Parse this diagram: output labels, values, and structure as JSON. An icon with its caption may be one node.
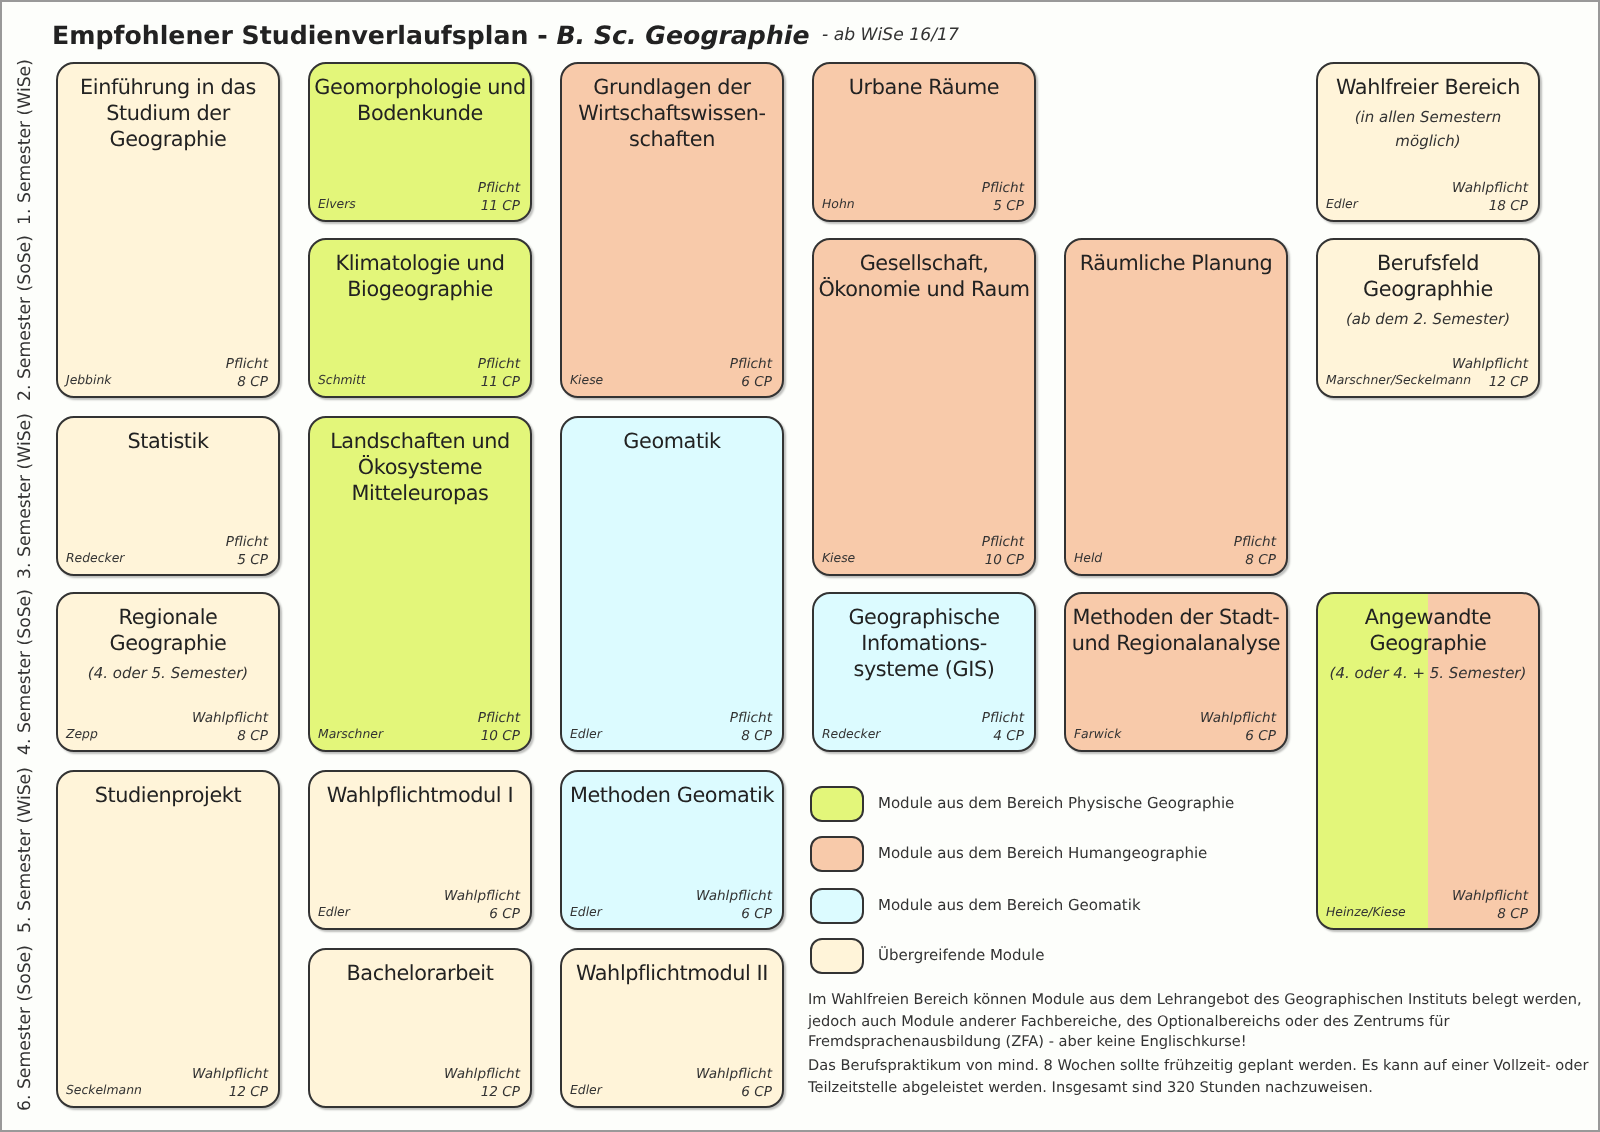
{
  "diagram": {
    "title": "Empfohlener Studienverlaufsplan - *B. Sc. Geographie*",
    "nodes": [
      {
        "text": [
          "Einführung in das Studium der Geographie",
          "Jebbink",
          "Pflicht",
          "8 CP"
        ]
      },
      {
        "text": [
          "Geomorphologie und Bodenkunde",
          "Elvers",
          "Pflicht",
          "11 CP"
        ]
      },
      {
        "text": [
          "Klimatologie und Biogeographie",
          "Schmitt",
          "Pflicht",
          "11 CP"
        ]
      },
      {
        "text": [
          "Grundlagen der Wirtschaftswissen- schaften",
          "Kiese",
          "Pflicht",
          "6 CP"
        ]
      },
      {
        "text": [
          "Urbane Räume",
          "Hohn",
          "Pflicht",
          "5 CP"
        ]
      },
      {
        "text": [
          "Wahlfreier Bereich",
          "(in allen Semestern möglich)",
          "Edler",
          "Wahlpflicht",
          "18 CP"
        ]
      },
      {
        "text": [
          "Gesellschaft, Ökonomie und Raum",
          "Kiese",
          "Pflicht",
          "10 CP"
        ]
      },
      {
        "text": [
          "Räumliche Planung",
          "Held",
          "Pflicht",
          "8 CP"
        ]
      },
      {
        "text": [
          "Berufsfeld Geographhie",
          "(ab dem 2. Semester)",
          "Marschner/Seckelmann",
          "Wahlpflicht",
          "12 CP"
        ]
      },
      {
        "text": [
          "Statistik",
          "Redecker",
          "Pflicht",
          "5 CP"
        ]
      },
      {
        "text": [
          "Landschaften und Ökosysteme Mitteleuropas",
          "Marschner",
          "Pflicht",
          "10 CP"
        ]
      },
      {
        "text": [
          "Geomatik",
          "Edler",
          "Pflicht",
          "8 CP"
        ]
      },
      {
        "text": [
          "Regionale Geographie",
          "(4. oder 5. Semester)",
          "Zepp",
          "Wahlpflicht",
          "8 CP"
        ]
      },
      {
        "text": [
          "Geographische Infomations- systeme (GIS)",
          "Redecker",
          "Pflicht",
          "4 CP"
        ]
      },
      {
        "text": [
          "Methoden der Stadt- und Regionalanalyse",
          "Farwick",
          "Wahlpflicht",
          "6 CP"
        ]
      },
      {
        "text": [
          "Angewandte Geographie",
          "(4. oder 4. + 5. Semester)",
          "Heinze/Kiese",
          "Wahlpflicht",
          "8 CP"
        ]
      },
      {
        "text": [
          "Studienprojekt",
          "Seckelmann",
          "Wahlpflicht",
          "12 CP"
        ]
      },
      {
        "text": [
          "Wahlpflichtmodul I",
          "Edler",
          "Wahlpflicht",
          "6 CP"
        ]
      },
      {
        "text": [
          "Methoden Geomatik",
          "Edler",
          "Wahlpflicht",
          "6 CP"
        ]
      },
      {
        "text": [
          "Bachelorarbeit",
          "Wahlpflicht",
          "12 CP"
        ]
      },
      {
        "text": [
          "Wahlpflichtmodul II",
          "Edler",
          "Wahlpflicht",
          "6 CP"
        ]
      }
    ],
    "labels": [
      "- ab WiSe 16/17",
      "1. Semester (WiSe)",
      "2. Semester (SoSe)",
      "3. Semester (WiSe)",
      "4. Semester (SoSe)",
      "5. Semester (WiSe)",
      "6. Semester (SoSe)",
      "Im Wahlfreien Bereich können Module aus dem Lehrangebot des Geographischen Instituts belegt werden, jedoch auch Module anderer Fachbereiche, des Optionalbereichs oder des Zentrums für Fremdsprachenausbildung (ZFA) - aber keine Englischkurse!",
      "Das Berufspraktikum von mind. 8 Wochen sollte frühzeitig geplant werden. Es kann auf einer Vollzeit- oder Teilzeitstelle abgeleistet werden. Insgesamt sind 320 Stunden nachzuweisen."
    ],
    "legend": [
      {
        "text": "Module aus dem Bereich Physische Geographie",
        "color": "#e3f67a"
      },
      {
        "text": "Module aus dem Bereich Humangeographie",
        "color": "#f8caaa"
      },
      {
        "text": "Module aus dem Bereich Geomatik",
        "color": "#dcfbff"
      },
      {
        "text": "Übergreifende Module",
        "color": "#fff4d9"
      }
    ]
  }
}
